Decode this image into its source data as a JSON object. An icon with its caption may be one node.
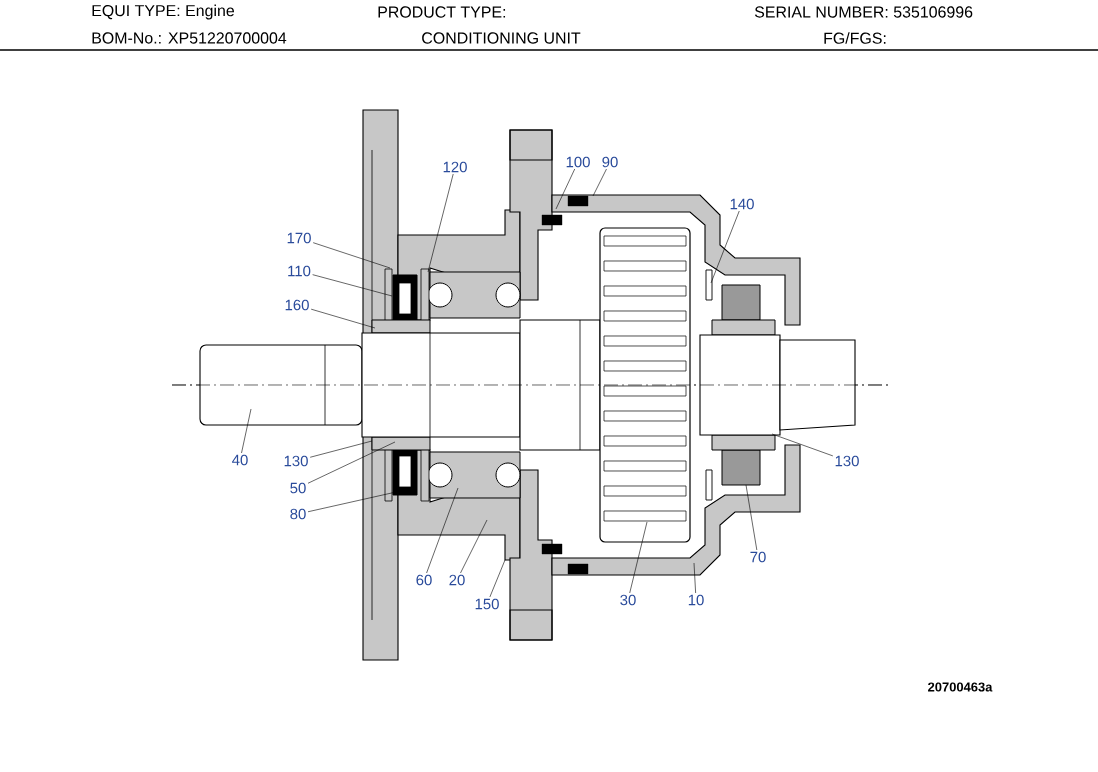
{
  "diagram": {
    "nodes": [
      {
        "text": [
          "100"
        ]
      },
      {
        "text": [
          "90"
        ]
      },
      {
        "text": [
          "120"
        ]
      },
      {
        "text": [
          "140"
        ]
      },
      {
        "text": [
          "170"
        ]
      },
      {
        "text": [
          "110"
        ]
      },
      {
        "text": [
          "160"
        ]
      },
      {
        "text": [
          "40"
        ]
      },
      {
        "text": [
          "130"
        ]
      },
      {
        "text": [
          "130"
        ]
      },
      {
        "text": [
          "50"
        ]
      },
      {
        "text": [
          "80"
        ]
      },
      {
        "text": [
          "70"
        ]
      },
      {
        "text": [
          "60"
        ]
      },
      {
        "text": [
          "20"
        ]
      },
      {
        "text": [
          "30"
        ]
      },
      {
        "text": [
          "10"
        ]
      },
      {
        "text": [
          "150"
        ]
      }
    ],
    "edges": [
      {
        "from": 0,
        "to": null,
        "arrow": "none"
      },
      {
        "from": 1,
        "to": null,
        "arrow": "none"
      },
      {
        "from": 2,
        "to": null,
        "arrow": "none"
      },
      {
        "from": 3,
        "to": null,
        "arrow": "none"
      },
      {
        "from": 4,
        "to": null,
        "arrow": "none"
      },
      {
        "from": 5,
        "to": null,
        "arrow": "none"
      },
      {
        "from": 6,
        "to": null,
        "arrow": "none"
      },
      {
        "from": 7,
        "to": null,
        "arrow": "none"
      },
      {
        "from": 8,
        "to": null,
        "arrow": "none"
      },
      {
        "from": 9,
        "to": null,
        "arrow": "none"
      },
      {
        "from": 10,
        "to": null,
        "arrow": "none"
      },
      {
        "from": 11,
        "to": null,
        "arrow": "none"
      },
      {
        "from": 12,
        "to": null,
        "arrow": "none"
      },
      {
        "from": 13,
        "to": null,
        "arrow": "none"
      },
      {
        "from": 14,
        "to": null,
        "arrow": "none"
      },
      {
        "from": 15,
        "to": null,
        "arrow": "none"
      },
      {
        "from": 16,
        "to": null,
        "arrow": "none"
      },
      {
        "from": 17,
        "to": null,
        "arrow": "none"
      }
    ],
    "labels": [
      "EQUI TYPE: Engine",
      "PRODUCT TYPE:",
      "SERIAL NUMBER: 535106996",
      "BOM-No.: XP51220700004",
      "CONDITIONING UNIT",
      "FG/FGS:",
      "20700463a"
    ]
  }
}
